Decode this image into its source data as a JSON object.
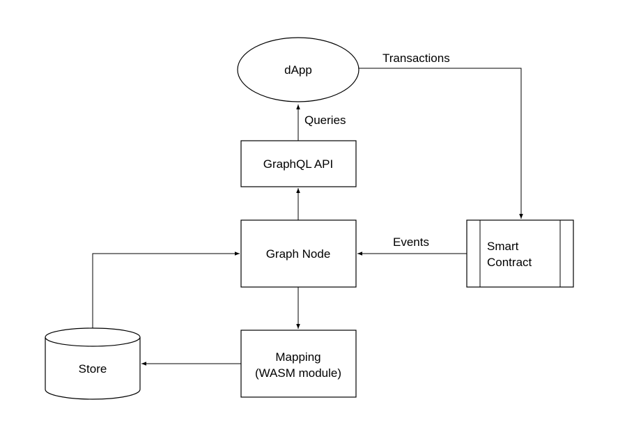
{
  "colors": {
    "stroke": "#000000",
    "fill": "#ffffff",
    "text": "#000000"
  },
  "nodes": {
    "dapp": {
      "label": "dApp"
    },
    "graphql": {
      "label": "GraphQL API"
    },
    "graphnode": {
      "label": "Graph Node"
    },
    "contract": {
      "label_line1": "Smart",
      "label_line2": "Contract"
    },
    "mapping": {
      "label_line1": "Mapping",
      "label_line2": "(WASM module)"
    },
    "store": {
      "label": "Store"
    }
  },
  "edges": {
    "transactions": {
      "label": "Transactions"
    },
    "queries": {
      "label": "Queries"
    },
    "events": {
      "label": "Events"
    }
  }
}
